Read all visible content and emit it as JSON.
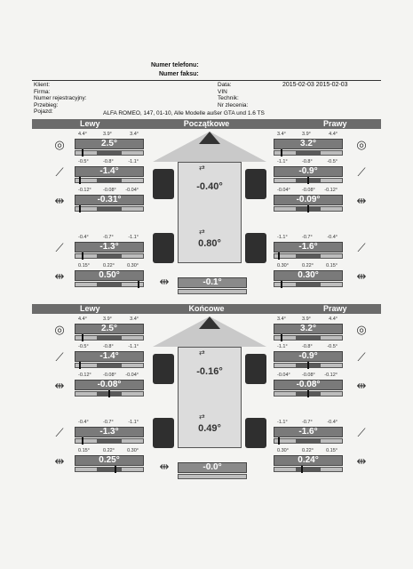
{
  "header": {
    "phone_label": "Numer telefonu:",
    "fax_label": "Numer faksu:",
    "client_label": "Klient:",
    "firm_label": "Firma:",
    "reg_label": "Numer rejestracyjny:",
    "mileage_label": "Przebieg:",
    "vehicle_label": "Pojazd:",
    "vehicle_value": "ALFA ROMEO, 147, 01-10, Alle Modelle außer GTA und 1.6 TS",
    "date_label": "Data:",
    "date_values": "2015-02-03  2015-02-03",
    "vin_label": "VIN",
    "tech_label": "Technik:",
    "order_label": "Nr zlecenia:"
  },
  "sections": [
    {
      "title": "Początkowe",
      "left_title": "Lewy",
      "right_title": "Prawy",
      "front_total": "-0.40°",
      "rear_total": "0.80°",
      "thrust": "-0.1°",
      "left": [
        {
          "ticks": [
            "4.4°",
            "3.9°",
            "3.4°"
          ],
          "value": "2.5°",
          "icon": "camber-icon",
          "frac": 0.1
        },
        {
          "ticks": [
            "-0.5°",
            "-0.8°",
            "-1.1°"
          ],
          "value": "-1.4°",
          "icon": "caster-icon",
          "frac": 0.05
        },
        {
          "ticks": [
            "-0.12°",
            "-0.08°",
            "-0.04°"
          ],
          "value": "-0.31°",
          "icon": "toe-icon",
          "frac": 0.05
        },
        {
          "ticks": [
            "-0.4°",
            "-0.7°",
            "-1.1°"
          ],
          "value": "-1.3°",
          "icon": "rear-camber-icon",
          "frac": 0.1
        },
        {
          "ticks": [
            "0.15°",
            "0.22°",
            "0.30°"
          ],
          "value": "0.50°",
          "icon": "rear-toe-icon",
          "frac": 0.95
        }
      ],
      "right": [
        {
          "ticks": [
            "3.4°",
            "3.9°",
            "4.4°"
          ],
          "value": "3.2°",
          "icon": "camber-icon",
          "frac": 0.1
        },
        {
          "ticks": [
            "-1.1°",
            "-0.8°",
            "-0.5°"
          ],
          "value": "-0.9°",
          "icon": "caster-icon",
          "frac": 0.5
        },
        {
          "ticks": [
            "-0.04°",
            "-0.08°",
            "-0.12°"
          ],
          "value": "-0.09°",
          "icon": "toe-icon",
          "frac": 0.5
        },
        {
          "ticks": [
            "-1.1°",
            "-0.7°",
            "-0.4°"
          ],
          "value": "-1.6°",
          "icon": "rear-camber-icon",
          "frac": 0.05
        },
        {
          "ticks": [
            "0.30°",
            "0.22°",
            "0.15°"
          ],
          "value": "0.30°",
          "icon": "rear-toe-icon",
          "frac": 0.1
        }
      ]
    },
    {
      "title": "Końcowe",
      "left_title": "Lewy",
      "right_title": "Prawy",
      "front_total": "-0.16°",
      "rear_total": "0.49°",
      "thrust": "-0.0°",
      "left": [
        {
          "ticks": [
            "4.4°",
            "3.9°",
            "3.4°"
          ],
          "value": "2.5°",
          "icon": "camber-icon",
          "frac": 0.1
        },
        {
          "ticks": [
            "-0.5°",
            "-0.8°",
            "-1.1°"
          ],
          "value": "-1.4°",
          "icon": "caster-icon",
          "frac": 0.05
        },
        {
          "ticks": [
            "-0.12°",
            "-0.08°",
            "-0.04°"
          ],
          "value": "-0.08°",
          "icon": "toe-icon",
          "frac": 0.5
        },
        {
          "ticks": [
            "-0.4°",
            "-0.7°",
            "-1.1°"
          ],
          "value": "-1.3°",
          "icon": "rear-camber-icon",
          "frac": 0.1
        },
        {
          "ticks": [
            "0.15°",
            "0.22°",
            "0.30°"
          ],
          "value": "0.25°",
          "icon": "rear-toe-icon",
          "frac": 0.6
        }
      ],
      "right": [
        {
          "ticks": [
            "3.4°",
            "3.9°",
            "4.4°"
          ],
          "value": "3.2°",
          "icon": "camber-icon",
          "frac": 0.1
        },
        {
          "ticks": [
            "-1.1°",
            "-0.8°",
            "-0.5°"
          ],
          "value": "-0.9°",
          "icon": "caster-icon",
          "frac": 0.5
        },
        {
          "ticks": [
            "-0.04°",
            "-0.08°",
            "-0.12°"
          ],
          "value": "-0.08°",
          "icon": "toe-icon",
          "frac": 0.5
        },
        {
          "ticks": [
            "-1.1°",
            "-0.7°",
            "-0.4°"
          ],
          "value": "-1.6°",
          "icon": "rear-camber-icon",
          "frac": 0.05
        },
        {
          "ticks": [
            "0.30°",
            "0.22°",
            "0.15°"
          ],
          "value": "0.24°",
          "icon": "rear-toe-icon",
          "frac": 0.4
        }
      ]
    }
  ]
}
